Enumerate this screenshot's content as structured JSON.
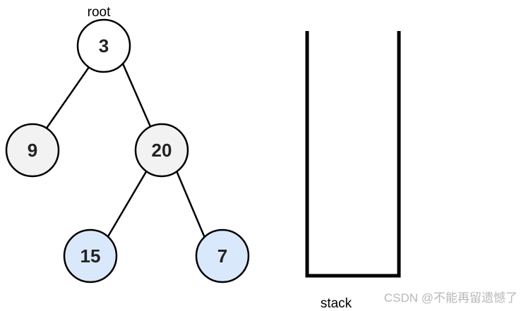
{
  "tree": {
    "root_label": "root",
    "nodes": [
      {
        "id": "n3",
        "value": "3",
        "fill": "#ffffff"
      },
      {
        "id": "n9",
        "value": "9",
        "fill": "#f2f2f2"
      },
      {
        "id": "n20",
        "value": "20",
        "fill": "#f2f2f2"
      },
      {
        "id": "n15",
        "value": "15",
        "fill": "#dae8fc"
      },
      {
        "id": "n7",
        "value": "7",
        "fill": "#dae8fc"
      }
    ],
    "edges": [
      {
        "from": "n3",
        "to": "n9"
      },
      {
        "from": "n3",
        "to": "n20"
      },
      {
        "from": "n20",
        "to": "n15"
      },
      {
        "from": "n20",
        "to": "n7"
      }
    ]
  },
  "stack": {
    "label": "stack"
  },
  "watermark": "CSDN @不能再留遗憾了",
  "colors": {
    "stroke": "#000000",
    "highlight_fill": "#dae8fc",
    "visited_fill": "#f2f2f2"
  }
}
